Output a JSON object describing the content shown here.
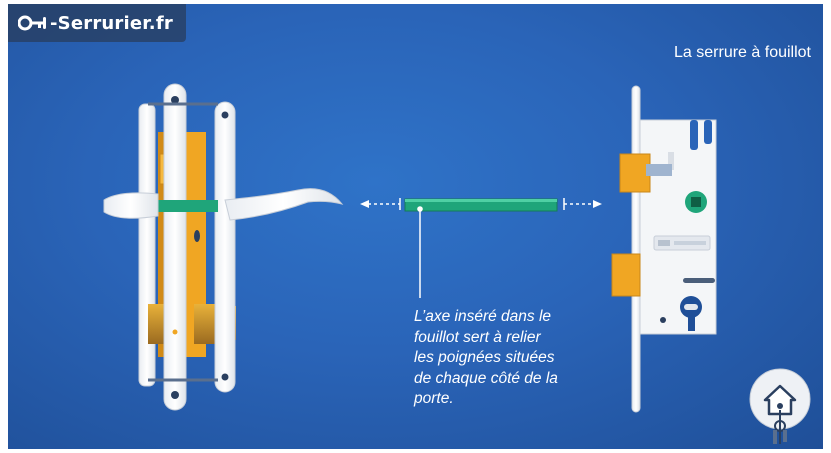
{
  "brand": {
    "name": "-Serrurier.fr"
  },
  "diagram": {
    "title": "La serrure à fouillot",
    "caption_lines": [
      "L’axe inséré dans le",
      "fouillot sert à relier",
      "les poignées situées",
      "de chaque côté de la",
      "porte."
    ]
  },
  "icons": {
    "logo": "key-logo-icon",
    "badge": "house-key-icon",
    "arrows": [
      "arrow-left-icon",
      "arrow-right-icon"
    ]
  },
  "colors": {
    "background": "#2a64b8",
    "accent_green": "#1fa57a",
    "lock_orange": "#f0a623",
    "plate_white": "#f4f6f8"
  }
}
